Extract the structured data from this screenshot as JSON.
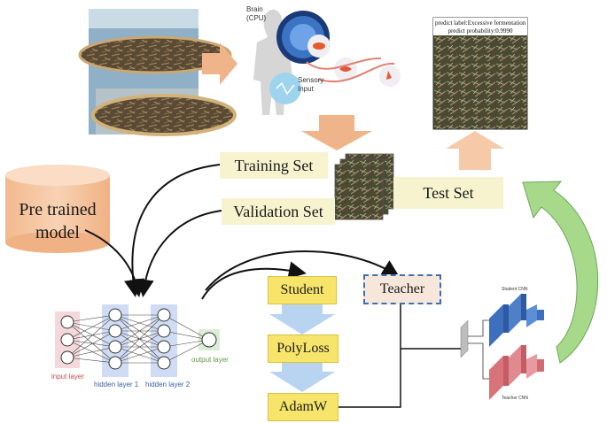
{
  "photo_panel": {
    "description_icon": "fermenting-leaves-photo-icon"
  },
  "brain_panel": {
    "brain_label": "Brain\n(CPU)",
    "sensory_label": "Sensory\nInput"
  },
  "prediction": {
    "line1": "predict label:Excessive fermentation",
    "line2": "predict probability:0.9990"
  },
  "datasets": {
    "training": "Training Set",
    "validation": "Validation Set",
    "test": "Test Set"
  },
  "pretrained": {
    "line1": "Pre trained",
    "line2": "model"
  },
  "network": {
    "input_label": "input layer",
    "hidden1_label": "hidden layer 1",
    "hidden2_label": "hidden layer 2",
    "output_label": "output layer"
  },
  "pipeline": {
    "student": "Student",
    "teacher": "Teacher",
    "loss": "PolyLoss",
    "optimizer": "AdamW"
  },
  "cnn": {
    "student_label": "Student CNN",
    "teacher_label": "Teacher CNN"
  },
  "colors": {
    "arrow_orange": "#f0b48a",
    "arrow_light_orange": "#f6c9a8",
    "arrow_blue": "#b8d4f0",
    "arrow_green": "#a6d98a",
    "yellow": "#f6e56a",
    "cream": "#f7f3cf",
    "teacher_fill": "#f6e7da",
    "cylinder": "#f5c7a5",
    "student_cnn": "#4f7fc7",
    "teacher_cnn": "#e08a8f"
  }
}
